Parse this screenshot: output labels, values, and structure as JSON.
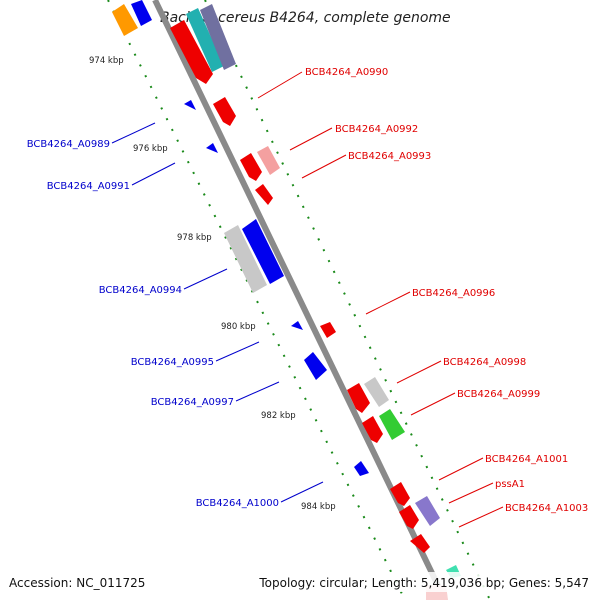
{
  "header": {
    "title": "Bacillus cereus B4264, complete genome"
  },
  "footer": {
    "accession": "Accession: NC_011725",
    "summary": "Topology: circular; Length: 5,419,036 bp; Genes: 5,547"
  },
  "scale_labels": [
    "974 kbp",
    "976 kbp",
    "978 kbp",
    "980 kbp",
    "982 kbp",
    "984 kbp"
  ],
  "gene_labels_forward": [
    "BCB4264_A0990",
    "BCB4264_A0992",
    "BCB4264_A0993",
    "BCB4264_A0996",
    "BCB4264_A0998",
    "BCB4264_A0999",
    "BCB4264_A1001",
    "pssA1",
    "BCB4264_A1003"
  ],
  "gene_labels_reverse": [
    "BCB4264_A0989",
    "BCB4264_A0991",
    "BCB4264_A0994",
    "BCB4264_A0995",
    "BCB4264_A0997",
    "BCB4264_A1000"
  ],
  "colors": {
    "backbone": "#8a8a8a",
    "forward_gene": "#ee0000",
    "reverse_gene": "#0000ee",
    "tick": "#1a8a1a",
    "pale_red": "#f4a0a0",
    "green_gene": "#33cc33",
    "purple_gene": "#8877cc",
    "gray_gene": "#c8c8c8",
    "orange_gene": "#ff9900"
  }
}
